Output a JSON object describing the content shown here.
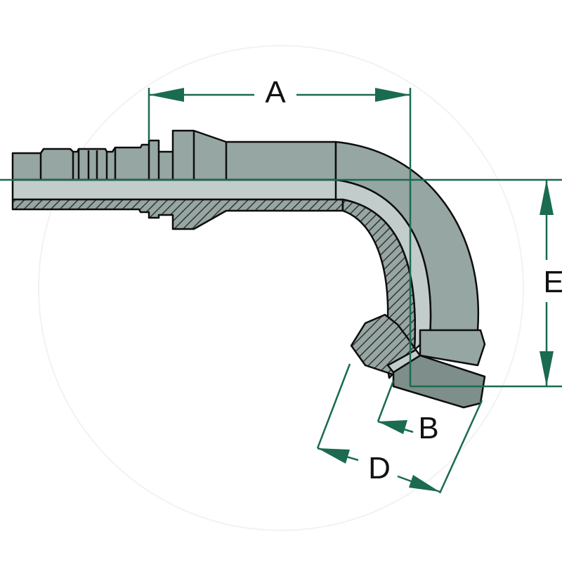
{
  "colors": {
    "dimension_line": "#1a6b4f",
    "outline": "#0d0d0d",
    "body_fill": "#96a6a3",
    "body_dark": "#7e8e8b",
    "bore_fill": "#c2ccca",
    "hatch": "#333333",
    "background": "#ffffff"
  },
  "dimensions": {
    "a": "A",
    "b": "B",
    "d": "D",
    "e": "E"
  }
}
